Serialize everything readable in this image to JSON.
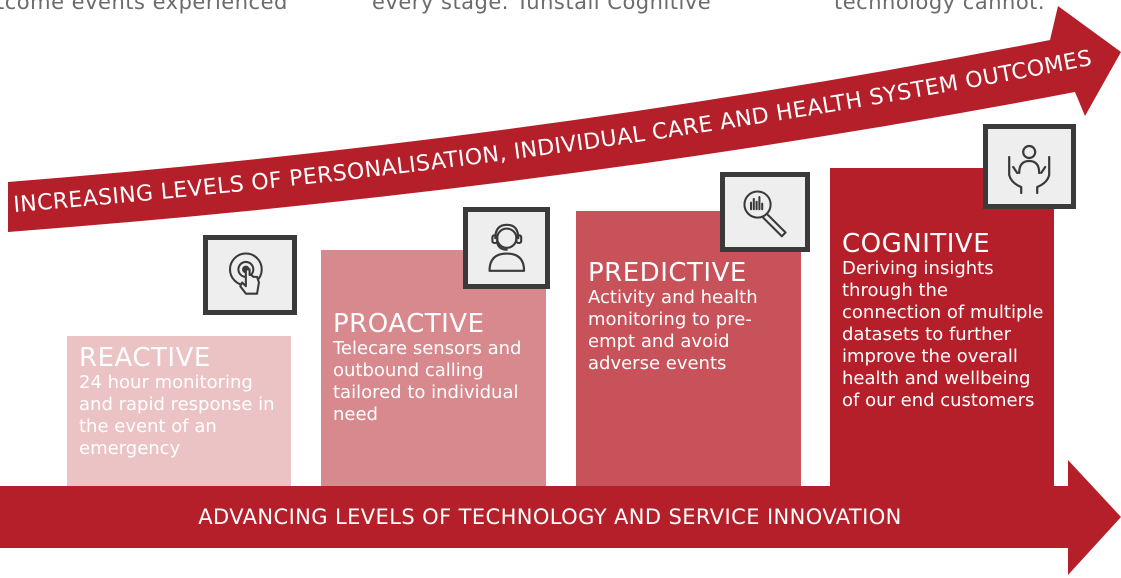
{
  "top_text": {
    "left": "tcome events experienced",
    "middle": "every stage. Tunstall Cognitive",
    "right": "technology cannot."
  },
  "top_arrow_label": "INCREASING LEVELS OF PERSONALISATION, INDIVIDUAL CARE AND HEALTH SYSTEM OUTCOMES",
  "bottom_arrow_label": "ADVANCING LEVELS OF TECHNOLOGY AND SERVICE INNOVATION",
  "colors": {
    "dark_red": "#b51f2a",
    "predictive": "#c8525a",
    "proactive": "#d8898d",
    "reactive": "#ecc3c4",
    "icon_border": "#3a3a3a",
    "icon_bg": "#eeeeee"
  },
  "stages": [
    {
      "title": "REACTIVE",
      "description": "24 hour monitoring and rapid response in the event of an emergency",
      "icon": "pointer-button-icon"
    },
    {
      "title": "PROACTIVE",
      "description": "Telecare sensors and outbound calling tailored to individual need",
      "icon": "headset-agent-icon"
    },
    {
      "title": "PREDICTIVE",
      "description": "Activity and health monitoring to pre-empt and avoid adverse events",
      "icon": "magnifier-chart-icon"
    },
    {
      "title": "COGNITIVE",
      "description": "Deriving insights through the connection of multiple datasets to further improve the overall health and wellbeing of our end customers",
      "icon": "hands-person-icon"
    }
  ]
}
